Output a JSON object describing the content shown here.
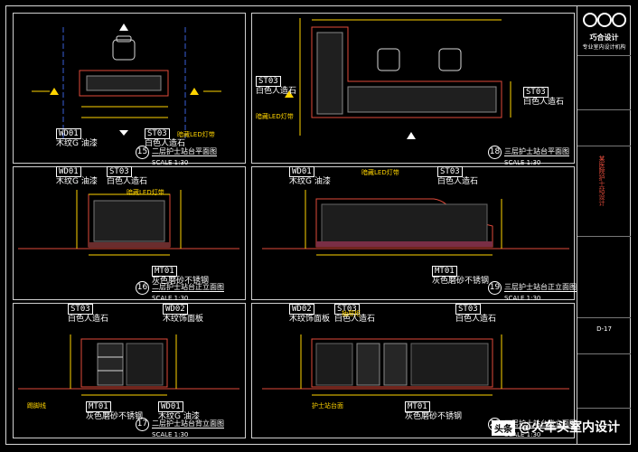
{
  "tags": {
    "wd01": {
      "code": "WD01",
      "desc": "木纹G 油漆"
    },
    "wd02": {
      "code": "WD02",
      "desc": "木纹饰面板"
    },
    "st03": {
      "code": "ST03",
      "desc": "白色人造石"
    },
    "mt01": {
      "code": "MT01",
      "desc": "灰色磨砂不锈钢"
    }
  },
  "notes": {
    "led": "暗藏LED灯带",
    "light_strip": "暗藏LED灯带",
    "baseboard": "踢脚线",
    "cabinet": "抽屉柜",
    "nurse_desk": "护士站台面"
  },
  "views": [
    {
      "num": "15",
      "name": "二层护士站台平面图",
      "scale": "SCALE 1:30"
    },
    {
      "num": "18",
      "name": "三层护士站台平面图",
      "scale": "SCALE 1:30"
    },
    {
      "num": "16",
      "name": "二层护士站台正立面图",
      "scale": "SCALE 1:30"
    },
    {
      "num": "19",
      "name": "三层护士站台正立面图",
      "scale": "SCALE 1:30"
    },
    {
      "num": "17",
      "name": "二层护士站台背立面图",
      "scale": "SCALE 1:30"
    },
    {
      "num": "20",
      "name": "三层护士站台背立面图",
      "scale": "SCALE 1:30"
    }
  ],
  "title_block": {
    "company": "巧合设计",
    "company_sub": "专业室内设计机构",
    "project": "某医院护士站设计",
    "sheet_no": "D-17"
  },
  "watermark": {
    "logo": "头条",
    "text": "@火车头室内设计"
  }
}
